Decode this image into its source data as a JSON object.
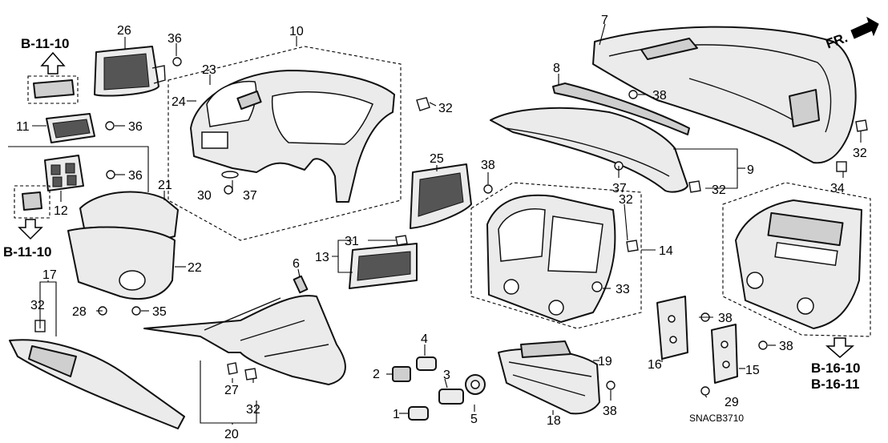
{
  "callouts": {
    "c1": "1",
    "c2": "2",
    "c3": "3",
    "c4": "4",
    "c5": "5",
    "c6": "6",
    "c7": "7",
    "c8": "8",
    "c9": "9",
    "c10": "10",
    "c11": "11",
    "c12": "12",
    "c13": "13",
    "c14": "14",
    "c15": "15",
    "c16": "16",
    "c17": "17",
    "c18": "18",
    "c19": "19",
    "c20": "20",
    "c21": "21",
    "c22": "22",
    "c23": "23",
    "c24": "24",
    "c25": "25",
    "c26": "26",
    "c27": "27",
    "c28": "28",
    "c29": "29",
    "c30": "30",
    "c31": "31",
    "c32a": "32",
    "c32b": "32",
    "c32c": "32",
    "c32d": "32",
    "c32e": "32",
    "c32f": "32",
    "c33": "33",
    "c34": "34",
    "c35": "35",
    "c36a": "36",
    "c36b": "36",
    "c36c": "36",
    "c37a": "37",
    "c37b": "37",
    "c38a": "38",
    "c38b": "38",
    "c38c": "38",
    "c38d": "38",
    "c38e": "38"
  },
  "references": {
    "top_left": "B-11-10",
    "mid_left": "B-11-10",
    "bottom_right_1": "B-16-10",
    "bottom_right_2": "B-16-11"
  },
  "direction_label": "FR.",
  "diagram_code": "SNACB3710",
  "icons": {
    "front_arrow": "front-direction-arrow-icon",
    "ref_arrow_up": "hollow-arrow-up-icon",
    "ref_arrow_down": "hollow-arrow-down-icon"
  }
}
